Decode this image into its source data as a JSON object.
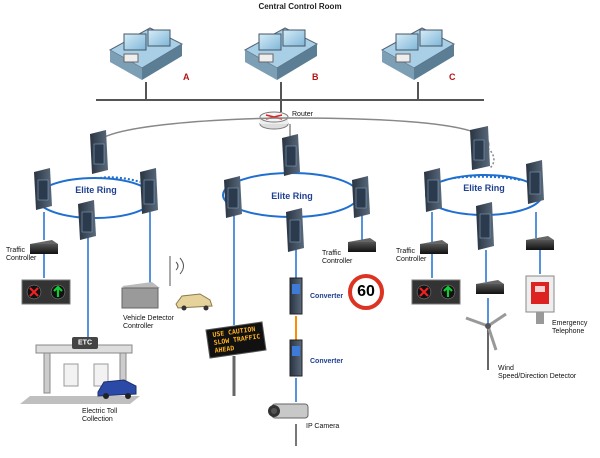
{
  "diagram": {
    "title": "Central Control Room",
    "workstations": [
      {
        "label": "A"
      },
      {
        "label": "B"
      },
      {
        "label": "C"
      }
    ],
    "router_label": "Router",
    "rings": [
      {
        "label": "Elite Ring"
      },
      {
        "label": "Elite Ring"
      },
      {
        "label": "Elite Ring"
      }
    ],
    "devices": {
      "traffic_controller_1": "Traffic\nController",
      "traffic_controller_2": "Traffic\nController",
      "traffic_controller_3": "Traffic\nController",
      "vehicle_detector": "Vehicle Detector\nController",
      "electric_toll": "Electric Toll\nCollection",
      "etc_sign": "ETC",
      "converter_1": "Converter",
      "converter_2": "Converter",
      "speed_limit": "60",
      "ip_camera": "IP Camera",
      "emergency_telephone": "Emergency\nTelephone",
      "wind_detector": "Wind\nSpeed/Direction Detector",
      "message_sign": "USE CAUTION\nSLOW TRAFFIC\nAHEAD"
    }
  },
  "colors": {
    "ring_blue": "#1f6fd0",
    "label_red": "#b41414",
    "cable_gray": "#555555"
  }
}
